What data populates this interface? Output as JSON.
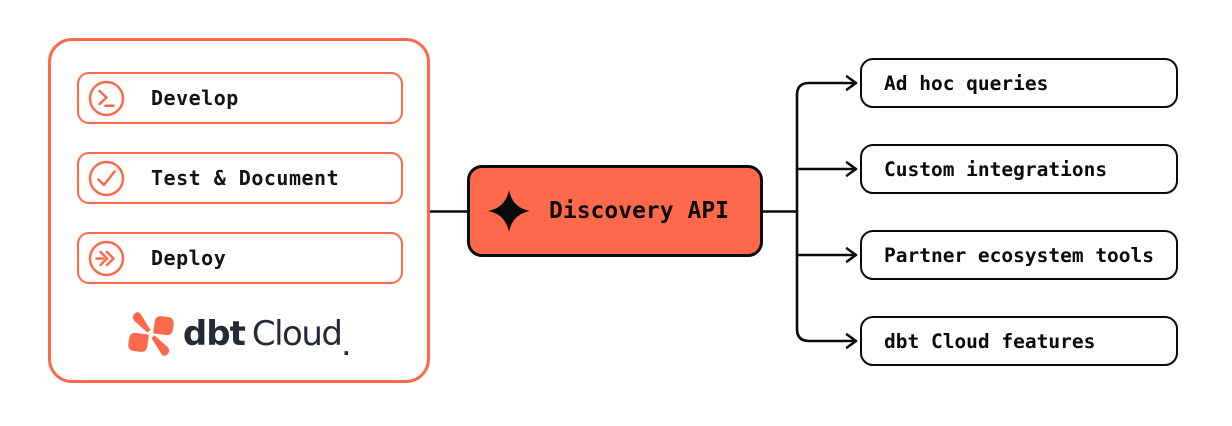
{
  "source_panel": {
    "items": [
      {
        "label": "Develop",
        "icon": "terminal-prompt-icon"
      },
      {
        "label": "Test & Document",
        "icon": "circle-check-icon"
      },
      {
        "label": "Deploy",
        "icon": "circle-fast-forward-icon"
      }
    ],
    "logo": {
      "name_bold": "dbt",
      "name_regular": "Cloud",
      "trademark_dot": "."
    }
  },
  "hub": {
    "label": "Discovery API",
    "icon": "sparkle-icon"
  },
  "consumers": [
    {
      "label": "Ad hoc queries"
    },
    {
      "label": "Custom integrations"
    },
    {
      "label": "Partner ecosystem tools"
    },
    {
      "label": "dbt Cloud features"
    }
  ],
  "colors": {
    "accent_orange": "#FF694B",
    "logo_navy": "#262A38",
    "line_black": "#0B0B0B",
    "background": "#FFFFFF"
  }
}
